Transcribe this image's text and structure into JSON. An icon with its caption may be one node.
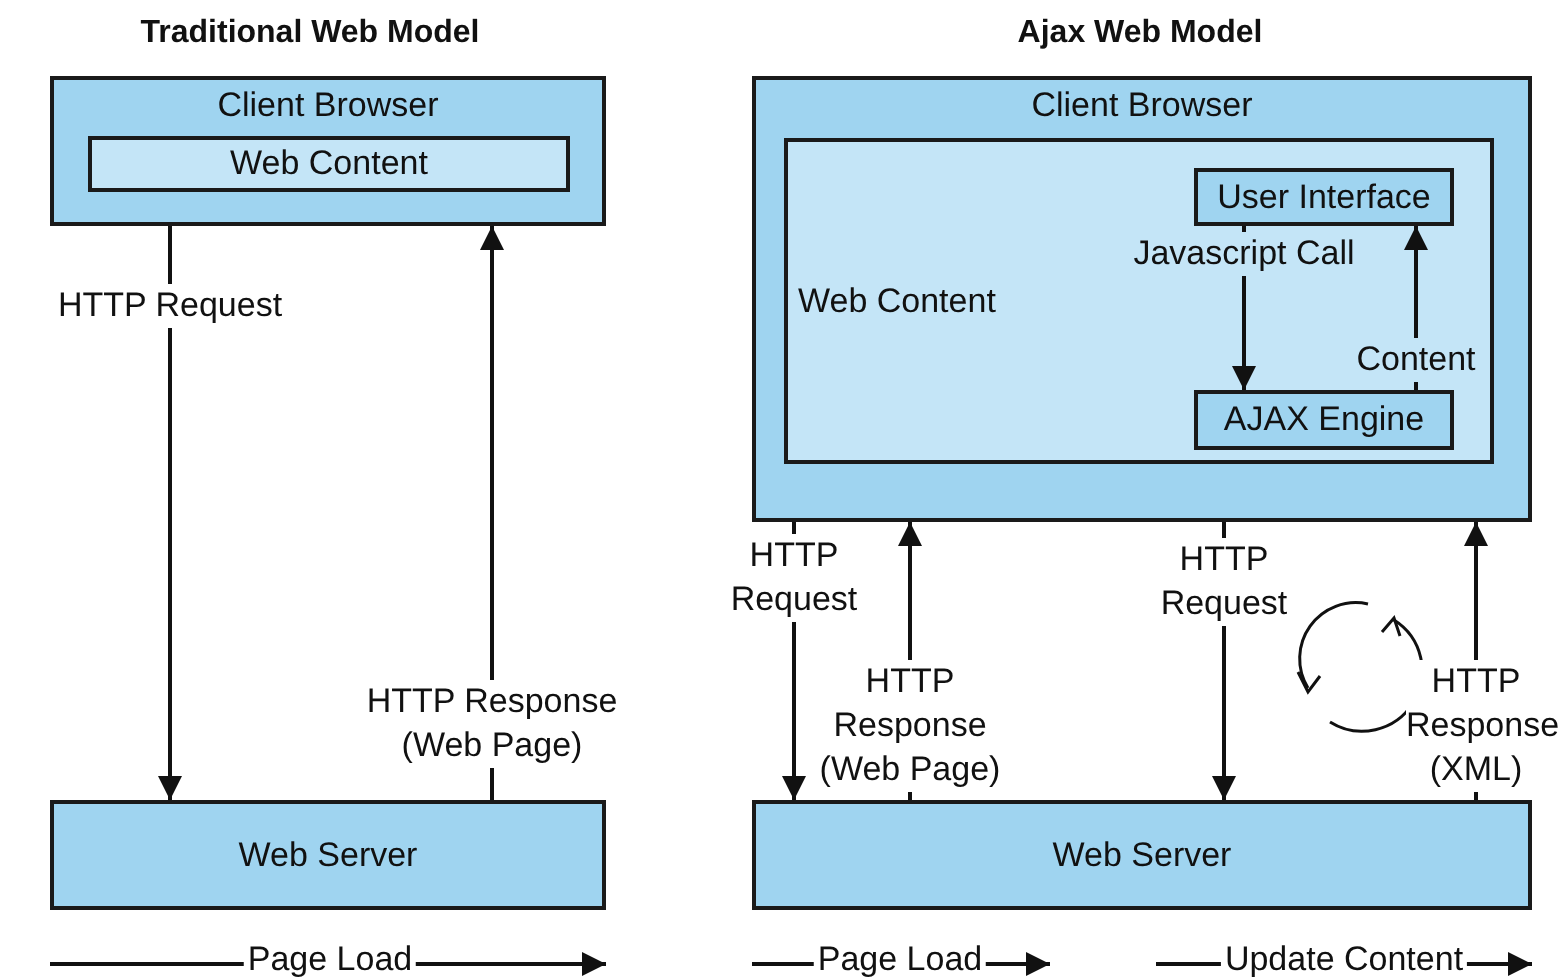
{
  "diagram": {
    "nodes": [
      {
        "text": [
          "Client Browser"
        ]
      },
      {
        "text": [
          "Web Content"
        ],
        "in": 0
      },
      {
        "text": [
          "Web Server"
        ]
      },
      {
        "text": [
          "Client Browser"
        ]
      },
      {
        "text": [
          "Web Content"
        ],
        "in": 3
      },
      {
        "text": [
          "User Interface"
        ],
        "in": 4
      },
      {
        "text": [
          "AJAX Engine"
        ],
        "in": 4
      },
      {
        "text": [
          "Web Server"
        ]
      }
    ],
    "edges": [
      {
        "from": 0,
        "to": 2,
        "arrow": "to",
        "label": "HTTP Request"
      },
      {
        "from": 2,
        "to": 0,
        "arrow": "to",
        "label": "HTTP Response (Web Page)"
      },
      {
        "from": 5,
        "to": 6,
        "arrow": "to",
        "label": "Javascript Call"
      },
      {
        "from": 6,
        "to": 5,
        "arrow": "to",
        "label": "Content"
      },
      {
        "from": 3,
        "to": 7,
        "arrow": "to",
        "label": "HTTP Request"
      },
      {
        "from": 7,
        "to": 3,
        "arrow": "to",
        "label": "HTTP Response (Web Page)"
      },
      {
        "from": 3,
        "to": 7,
        "arrow": "to",
        "label": "HTTP Request"
      },
      {
        "from": 7,
        "to": 3,
        "arrow": "to",
        "label": "HTTP Response (XML)"
      }
    ],
    "labels": [
      "Traditional Web Model",
      "Ajax Web Model",
      "Page Load",
      "Page Load",
      "Update Content"
    ]
  }
}
